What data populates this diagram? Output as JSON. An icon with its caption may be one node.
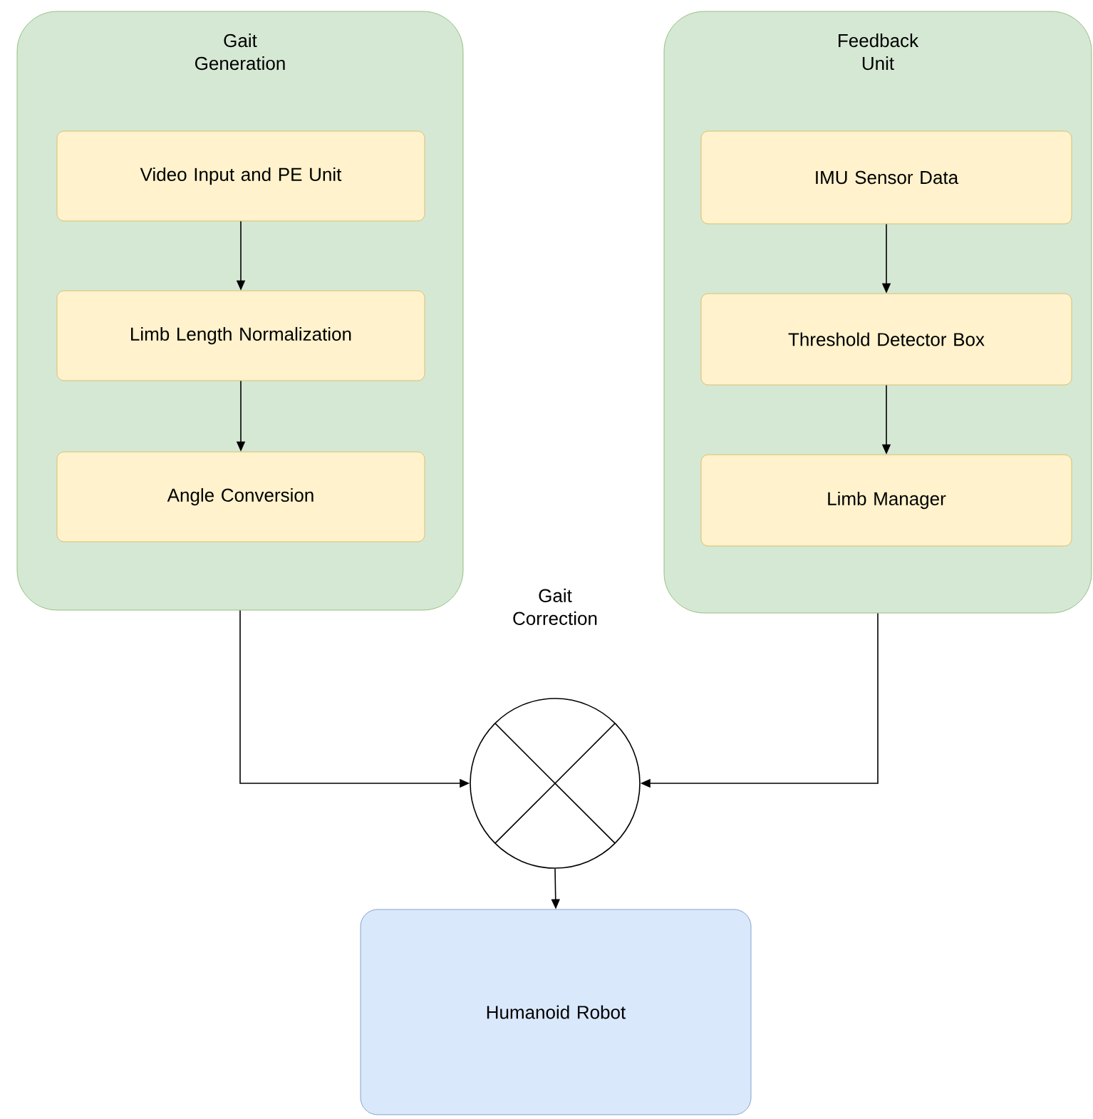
{
  "diagram": {
    "nodes": [
      {
        "text": [
          "Gait Generation"
        ]
      },
      {
        "text": [
          "Video Input and PE Unit"
        ],
        "in": 0
      },
      {
        "text": [
          "Limb Length Normalization"
        ],
        "in": 0
      },
      {
        "text": [
          "Angle Conversion"
        ],
        "in": 0
      },
      {
        "text": [
          "Feedback Unit"
        ]
      },
      {
        "text": [
          "IMU Sensor Data"
        ],
        "in": 4
      },
      {
        "text": [
          "Threshold Detector Box"
        ],
        "in": 4
      },
      {
        "text": [
          "Limb Manager"
        ],
        "in": 4
      },
      {
        "text": [],
        "shape": "circle",
        "beside": [
          "Gait Correction"
        ]
      },
      {
        "text": [
          "Humanoid Robot"
        ]
      }
    ],
    "edges": [
      {
        "from": 1,
        "to": 2,
        "arrow": "to"
      },
      {
        "from": 2,
        "to": 3,
        "arrow": "to"
      },
      {
        "from": 5,
        "to": 6,
        "arrow": "to"
      },
      {
        "from": 6,
        "to": 7,
        "arrow": "to"
      },
      {
        "from": 0,
        "to": 8,
        "arrow": "to"
      },
      {
        "from": 4,
        "to": 8,
        "arrow": "to"
      },
      {
        "from": 8,
        "to": 9,
        "arrow": "to"
      }
    ]
  }
}
